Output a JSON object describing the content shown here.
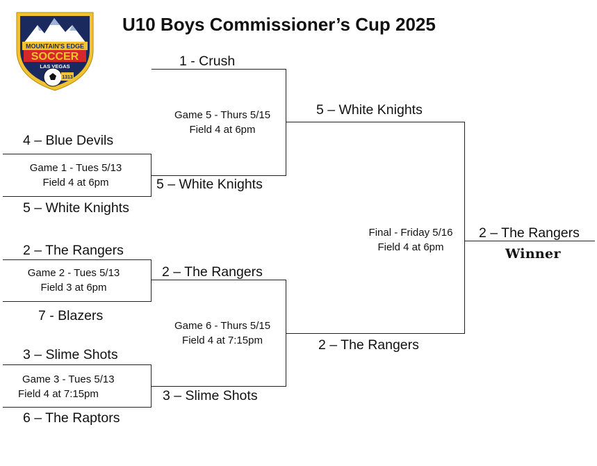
{
  "title": "U10 Boys Commissioner’s Cup 2025",
  "logo": {
    "top_text": "MOUNTAIN'S EDGE",
    "main_text": "SOCCER",
    "sub_text": "LAS VEGAS",
    "badge_text": "1313",
    "colors": {
      "shield": "#1b2a5e",
      "border": "#f2c230",
      "accent": "#d62828",
      "mountain": "#ffffff"
    }
  },
  "round1": {
    "game1": {
      "team_top": "4 – Blue Devils",
      "team_bottom": "5 – White Knights",
      "line1": "Game 1 - Tues 5/13",
      "line2": "Field 4 at 6pm"
    },
    "game2": {
      "team_top": "2 – The Rangers",
      "team_bottom": "7 - Blazers",
      "line1": "Game 2 - Tues 5/13",
      "line2": "Field 3 at 6pm"
    },
    "game3": {
      "team_top": "3 – Slime Shots",
      "team_bottom": "6 – The Raptors",
      "line1": "Game 3 - Tues 5/13",
      "line2": "Field 4 at 7:15pm"
    }
  },
  "round2": {
    "game5": {
      "team_top": "1 - Crush",
      "team_bottom": "5 – White Knights",
      "line1": "Game 5 - Thurs 5/15",
      "line2": "Field 4 at 6pm"
    },
    "game6": {
      "team_top": "2 – The Rangers",
      "team_bottom": "3 – Slime Shots",
      "line1": "Game 6 - Thurs 5/15",
      "line2": "Field 4 at 7:15pm"
    }
  },
  "final": {
    "team_top": "5 – White Knights",
    "team_bottom": "2 – The Rangers",
    "line1": "Final - Friday 5/16",
    "line2": "Field 4 at 6pm"
  },
  "champion": {
    "team": "2 – The Rangers",
    "label": "Winner"
  }
}
